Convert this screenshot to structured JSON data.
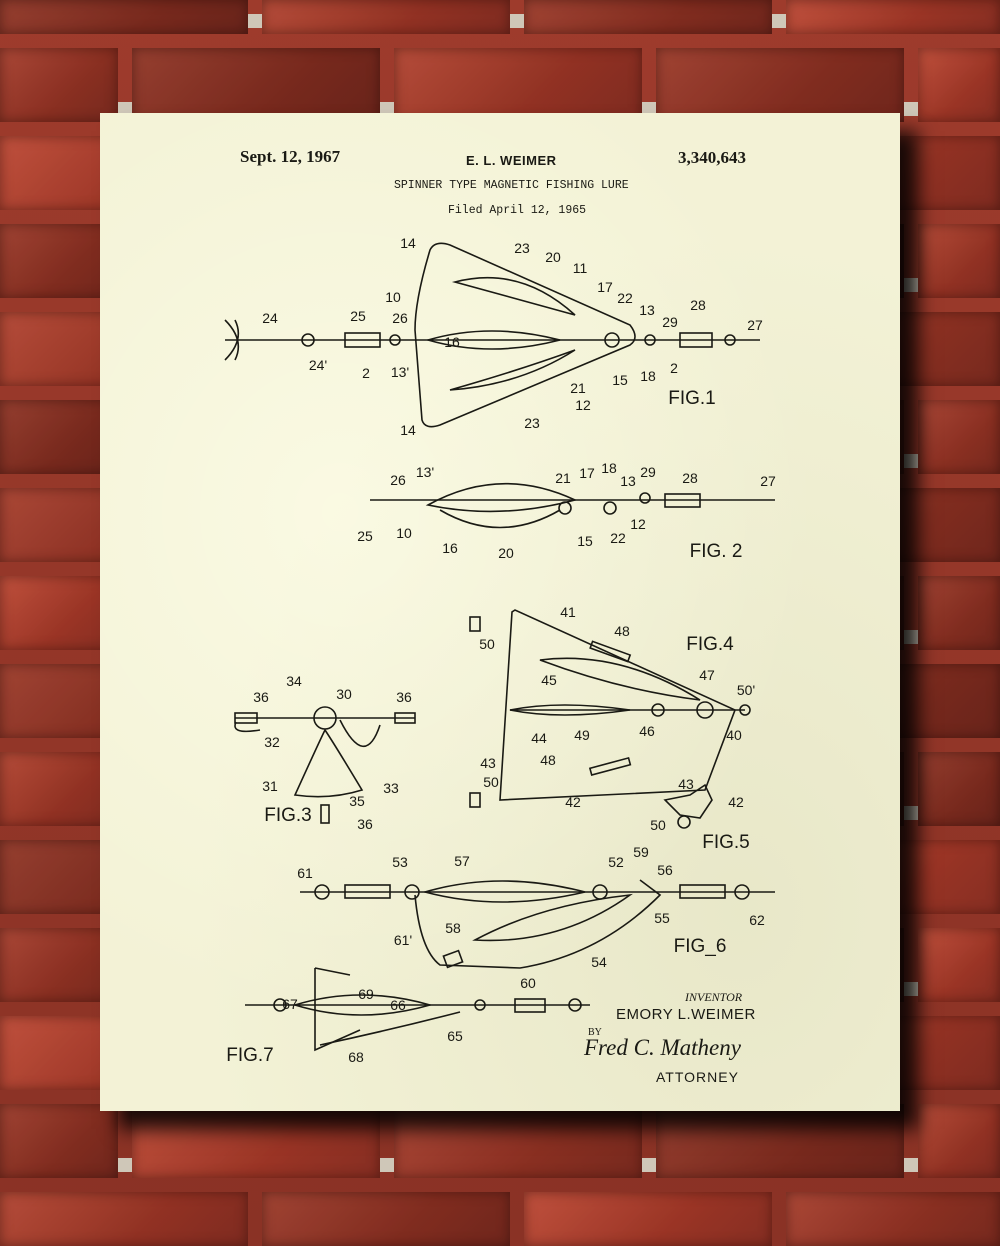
{
  "patent": {
    "date": "Sept. 12, 1967",
    "inventor_short": "E. L. WEIMER",
    "number": "3,340,643",
    "title": "SPINNER TYPE MAGNETIC FISHING LURE",
    "filed": "Filed April 12, 1965"
  },
  "figures": [
    {
      "caption": "FIG.1",
      "numerals": [
        "14",
        "23",
        "20",
        "11",
        "24",
        "25",
        "26",
        "16",
        "17",
        "22",
        "13",
        "28",
        "29",
        "27",
        "10",
        "24'",
        "2",
        "13'",
        "21",
        "15",
        "18",
        "2",
        "12",
        "23",
        "14"
      ]
    },
    {
      "caption": "FIG. 2",
      "numerals": [
        "26",
        "13'",
        "21",
        "17",
        "18",
        "13",
        "29",
        "28",
        "27",
        "25",
        "10",
        "16",
        "20",
        "15",
        "22",
        "12"
      ]
    },
    {
      "caption": "FIG.3",
      "numerals": [
        "34",
        "30",
        "36",
        "36",
        "32",
        "33",
        "31",
        "35",
        "36"
      ]
    },
    {
      "caption": "FIG.4",
      "numerals": [
        "41",
        "48",
        "50",
        "45",
        "47",
        "50'",
        "44",
        "49",
        "46",
        "40",
        "43",
        "50",
        "48",
        "42"
      ]
    },
    {
      "caption": "FIG.5",
      "numerals": [
        "43",
        "42",
        "50"
      ]
    },
    {
      "caption": "FIG_6",
      "numerals": [
        "61",
        "53",
        "57",
        "52",
        "59",
        "56",
        "55",
        "62",
        "61'",
        "58",
        "54",
        "60"
      ]
    },
    {
      "caption": "FIG.7",
      "numerals": [
        "67",
        "69",
        "66",
        "65",
        "68"
      ]
    }
  ],
  "signature": {
    "inventor_label": "INVENTOR",
    "inventor_name": "EMORY L.WEIMER",
    "by": "BY",
    "attorney_signature": "Fred C. Matheny",
    "attorney_label": "ATTORNEY"
  },
  "colors": {
    "paper": "#f3f2d6",
    "ink": "#1a1a14",
    "brick": "#9e3b2c"
  }
}
